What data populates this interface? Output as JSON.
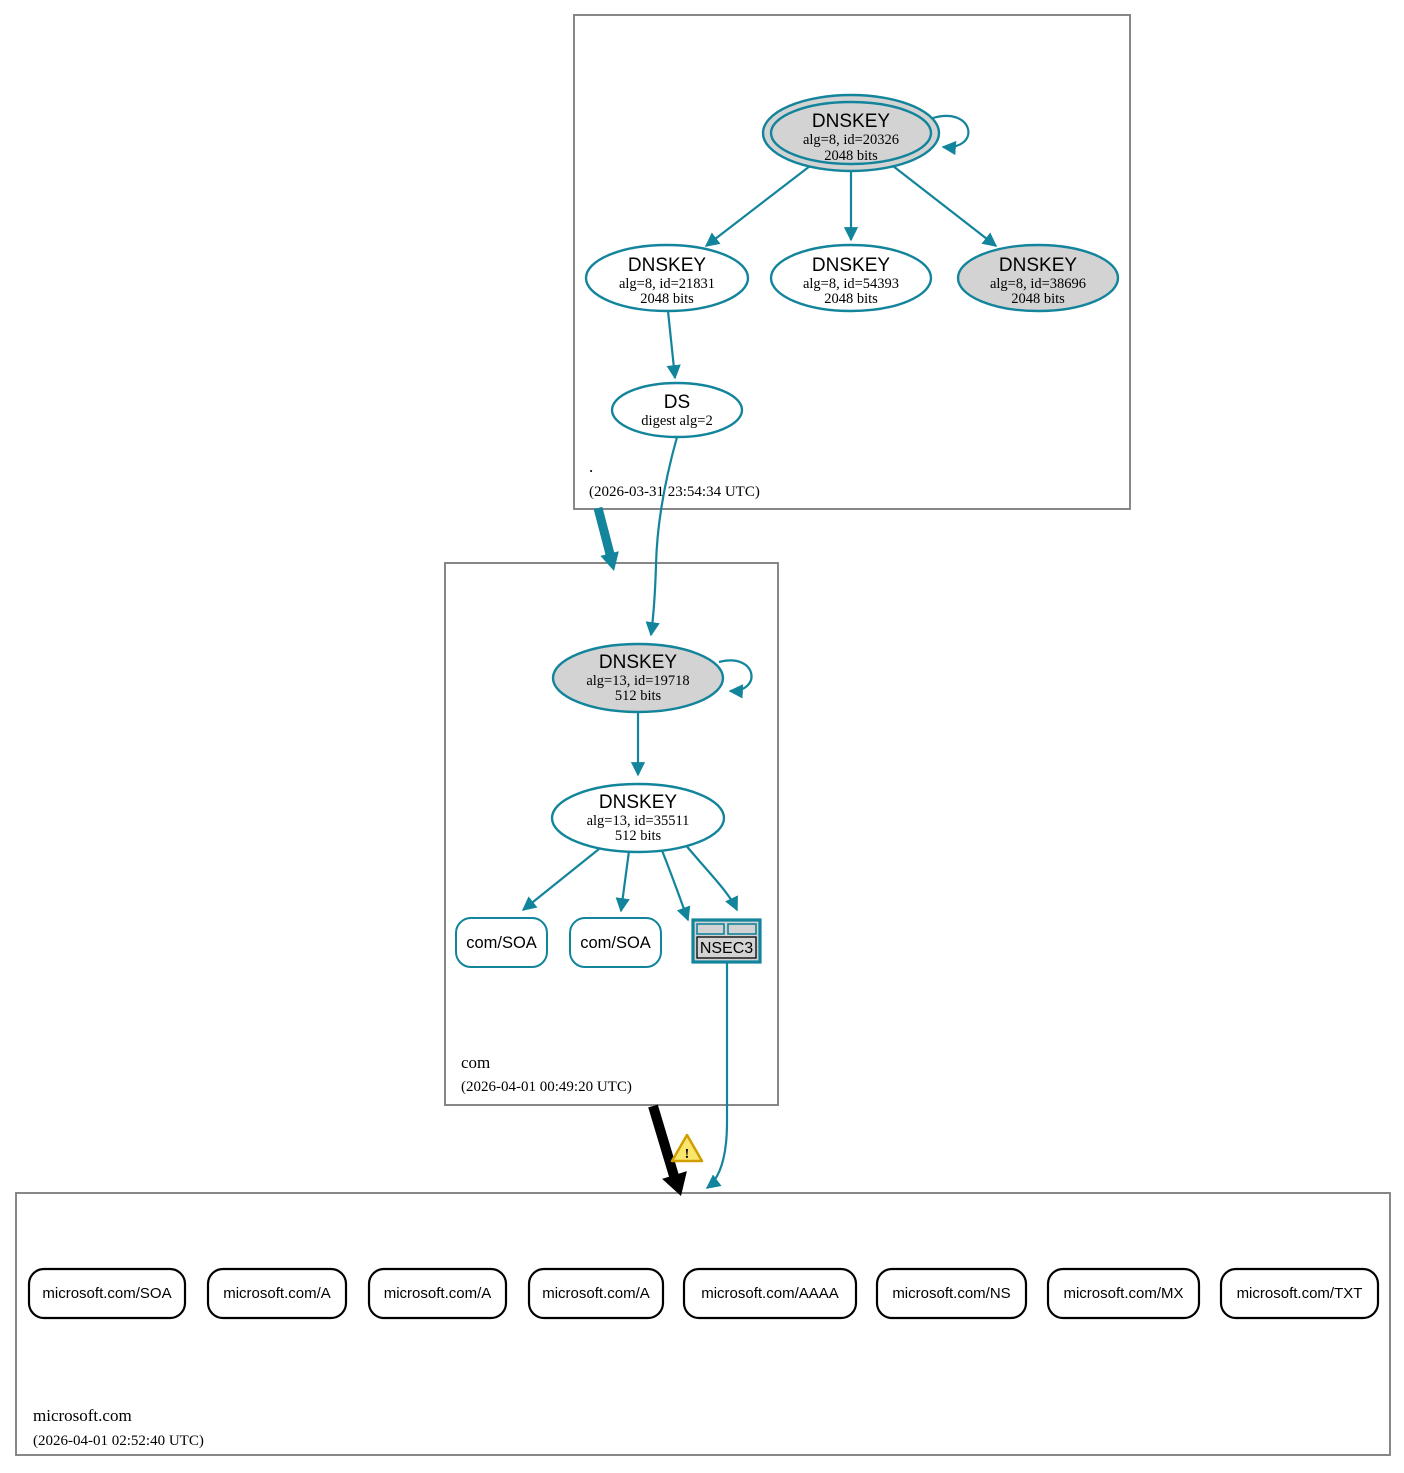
{
  "colors": {
    "secure_teal": "#12849b",
    "insecure_black": "#000000",
    "node_fill_gray": "#d3d3d3",
    "node_fill_white": "#ffffff",
    "zone_border_gray": "#7a7a7a",
    "warning_fill": "#fbe66d",
    "warning_border": "#d19e00"
  },
  "zones": {
    "root": {
      "label": ".",
      "timestamp": "(2026-03-31 23:54:34 UTC)",
      "nodes": {
        "ksk": {
          "title": "DNSKEY",
          "detail": "alg=8, id=20326",
          "bits": "2048 bits"
        },
        "zsk_21831": {
          "title": "DNSKEY",
          "detail": "alg=8, id=21831",
          "bits": "2048 bits"
        },
        "zsk_54393": {
          "title": "DNSKEY",
          "detail": "alg=8, id=54393",
          "bits": "2048 bits"
        },
        "zsk_38696": {
          "title": "DNSKEY",
          "detail": "alg=8, id=38696",
          "bits": "2048 bits"
        },
        "ds": {
          "title": "DS",
          "detail": "digest alg=2"
        }
      }
    },
    "com": {
      "label": "com",
      "timestamp": "(2026-04-01 00:49:20 UTC)",
      "nodes": {
        "ksk": {
          "title": "DNSKEY",
          "detail": "alg=13, id=19718",
          "bits": "512 bits"
        },
        "zsk": {
          "title": "DNSKEY",
          "detail": "alg=13, id=35511",
          "bits": "512 bits"
        },
        "soa1": {
          "label": "com/SOA"
        },
        "soa2": {
          "label": "com/SOA"
        },
        "nsec3": {
          "label": "NSEC3"
        }
      }
    },
    "microsoft": {
      "label": "microsoft.com",
      "timestamp": "(2026-04-01 02:52:40 UTC)",
      "rrsets": [
        {
          "label": "microsoft.com/SOA"
        },
        {
          "label": "microsoft.com/A"
        },
        {
          "label": "microsoft.com/A"
        },
        {
          "label": "microsoft.com/A"
        },
        {
          "label": "microsoft.com/AAAA"
        },
        {
          "label": "microsoft.com/NS"
        },
        {
          "label": "microsoft.com/MX"
        },
        {
          "label": "microsoft.com/TXT"
        }
      ]
    }
  }
}
